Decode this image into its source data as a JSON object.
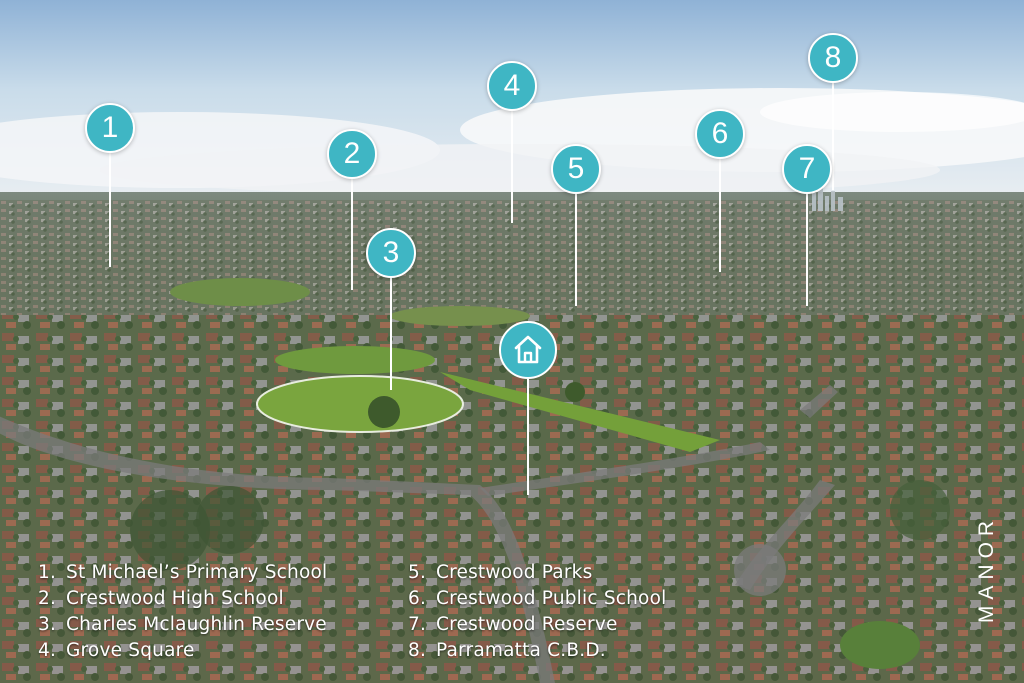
{
  "markers": [
    {
      "number": "1",
      "label": "St Michael’s Primary School"
    },
    {
      "number": "2",
      "label": "Crestwood High School"
    },
    {
      "number": "3",
      "label": "Charles Mclaughlin Reserve"
    },
    {
      "number": "4",
      "label": "Grove Square"
    },
    {
      "number": "5",
      "label": "Crestwood Parks"
    },
    {
      "number": "6",
      "label": "Crestwood Public School"
    },
    {
      "number": "7",
      "label": "Crestwood Reserve"
    },
    {
      "number": "8",
      "label": "Parramatta C.B.D."
    }
  ],
  "legend": {
    "col1": [
      {
        "num": "1.",
        "label": "St Michael’s Primary School"
      },
      {
        "num": "2.",
        "label": "Crestwood High School"
      },
      {
        "num": "3.",
        "label": "Charles Mclaughlin Reserve"
      },
      {
        "num": "4.",
        "label": "Grove Square"
      }
    ],
    "col2": [
      {
        "num": "5.",
        "label": "Crestwood Parks"
      },
      {
        "num": "6.",
        "label": "Crestwood Public School"
      },
      {
        "num": "7.",
        "label": "Crestwood Reserve"
      },
      {
        "num": "8.",
        "label": "Parramatta C.B.D."
      }
    ]
  },
  "brand": {
    "logo": "MANOR"
  },
  "home_marker": {
    "icon": "home-icon"
  },
  "colors": {
    "marker": "#3fb6c4",
    "text": "#ffffff"
  }
}
